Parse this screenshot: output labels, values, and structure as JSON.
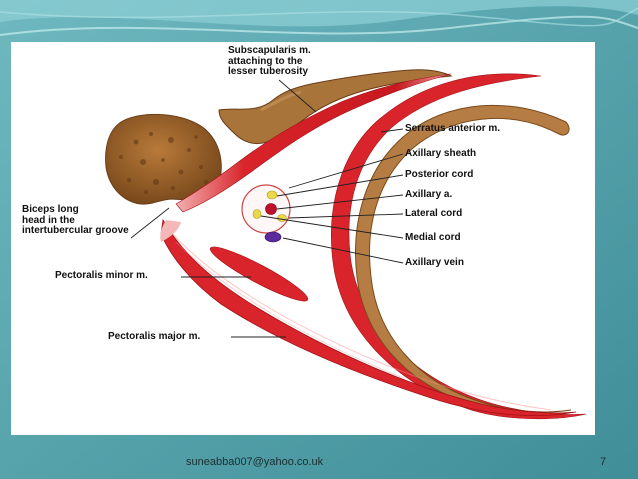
{
  "labels": {
    "subscapularis": "Subscapularis m.\nattaching to the\nlesser tuberosity",
    "serratus": "Serratus anterior m.",
    "axillary_sheath": "Axillary sheath",
    "posterior_cord": "Posterior cord",
    "axillary_artery": "Axillary a.",
    "lateral_cord": "Lateral cord",
    "medial_cord": "Medial cord",
    "axillary_vein": "Axillary vein",
    "biceps": "Biceps long\nhead in the\nintertubercular groove",
    "pectoralis_minor": "Pectoralis minor m.",
    "pectoralis_major": "Pectoralis major m."
  },
  "footer": {
    "email": "suneabba007@yahoo.co.uk",
    "page_number": "7"
  },
  "colors": {
    "background": "#4f9fa8",
    "panel": "#ffffff",
    "muscle": "#d8242a",
    "bone": "#a0692e",
    "artery": "#c0102a",
    "vein": "#5b2a9e",
    "nerve": "#e8d84a"
  }
}
